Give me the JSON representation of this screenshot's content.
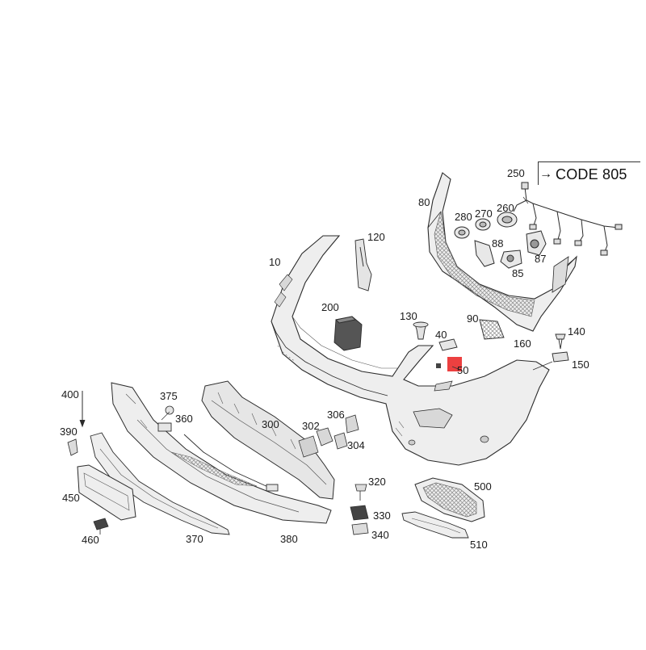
{
  "diagram": {
    "code_reference": {
      "arrow": "→",
      "text": "CODE 805"
    },
    "parts": {
      "p10": "10",
      "p40": "40",
      "p50": "50",
      "p80": "80",
      "p85": "85",
      "p87": "87",
      "p88": "88",
      "p90": "90",
      "p120": "120",
      "p130": "130",
      "p140": "140",
      "p150": "150",
      "p160": "160",
      "p200": "200",
      "p250": "250",
      "p260": "260",
      "p270": "270",
      "p280": "280",
      "p300": "300",
      "p302": "302",
      "p304": "304",
      "p306": "306",
      "p320": "320",
      "p330": "330",
      "p340": "340",
      "p360": "360",
      "p370": "370",
      "p375": "375",
      "p380": "380",
      "p390": "390",
      "p400": "400",
      "p450": "450",
      "p460": "460",
      "p500": "500",
      "p510": "510"
    },
    "colors": {
      "line": "#2b2b2b",
      "part_fill": "#eeeeee",
      "shade": "#d6d6d6",
      "mesh": "#9a9a9a",
      "highlight": "#e60000"
    }
  }
}
